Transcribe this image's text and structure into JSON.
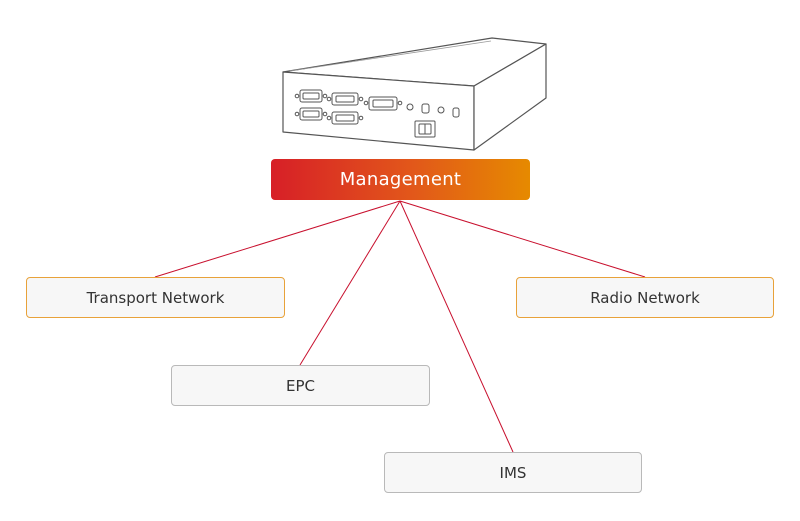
{
  "diagram": {
    "hub": {
      "label": "Management",
      "color_start": "#d71f27",
      "color_end": "#e68a00"
    },
    "device_icon": "network-appliance-icon",
    "nodes": [
      {
        "id": "transport",
        "label": "Transport Network",
        "border": "#e8a23a"
      },
      {
        "id": "radio",
        "label": "Radio Network",
        "border": "#e8a23a"
      },
      {
        "id": "epc",
        "label": "EPC",
        "border": "#b9b9b9"
      },
      {
        "id": "ims",
        "label": "IMS",
        "border": "#b9b9b9"
      }
    ],
    "edge_color": "#c8102e"
  }
}
